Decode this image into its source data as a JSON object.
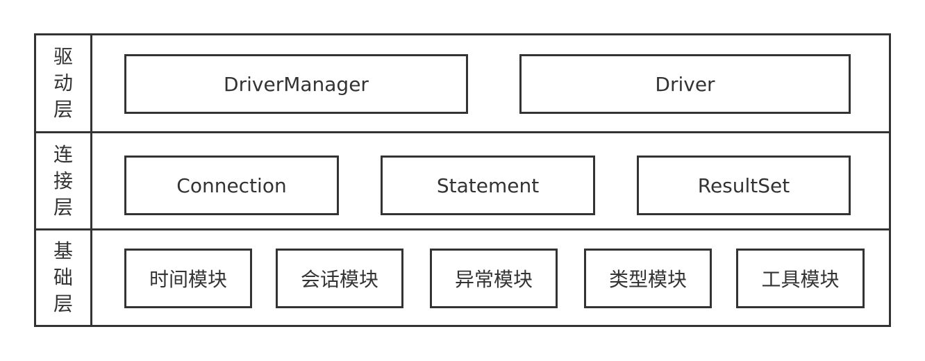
{
  "layers": [
    {
      "label": [
        "驱",
        "动",
        "层"
      ],
      "modules": [
        "DriverManager",
        "Driver"
      ]
    },
    {
      "label": [
        "连",
        "接",
        "层"
      ],
      "modules": [
        "Connection",
        "Statement",
        "ResultSet"
      ]
    },
    {
      "label": [
        "基",
        "础",
        "层"
      ],
      "modules": [
        "时间模块",
        "会话模块",
        "异常模块",
        "类型模块",
        "工具模块"
      ]
    }
  ]
}
